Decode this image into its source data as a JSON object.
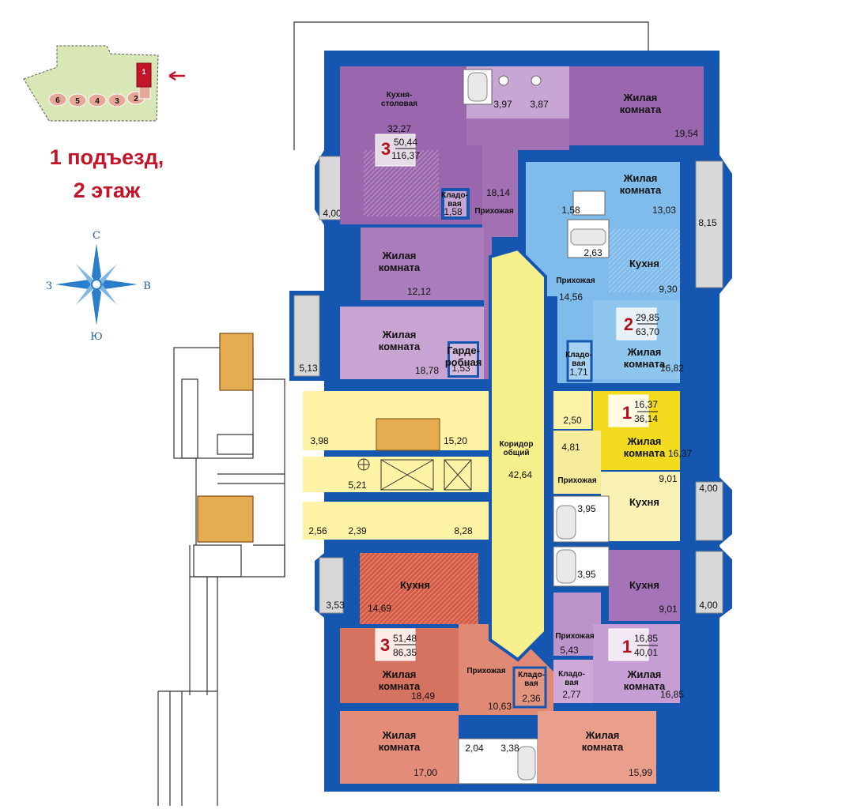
{
  "title": {
    "line1": "1 подъезд,",
    "line2": "2 этаж"
  },
  "compass": {
    "n": "С",
    "s": "Ю",
    "w": "З",
    "e": "В"
  },
  "keyplan": {
    "marker": "1",
    "sections": [
      "6",
      "5",
      "4",
      "3",
      "2"
    ]
  },
  "colors": {
    "wall": "#1556b0",
    "apt3_top": "#a271b4",
    "apt2": "#7fbcec",
    "apt1_yellow": "#f4e98a",
    "apt1_purple": "#b88ac4",
    "apt3_bottom": "#d67260",
    "common": "#fff3a6",
    "corridor": "#f6f08c",
    "balcony": "#d8d8d8"
  },
  "apartments": [
    {
      "id": "apt3-top",
      "rooms": "3",
      "living": "50,44",
      "total": "116,37",
      "spaces": [
        {
          "name": "Кухня-\nстоловая",
          "area": "32,27"
        },
        {
          "name": "Жилая\nкомната",
          "area": "19,54"
        },
        {
          "name": "",
          "area": "3,97"
        },
        {
          "name": "",
          "area": "3,87"
        },
        {
          "name": "Прихожая",
          "area": "18,14"
        },
        {
          "name": "Кладо-\nвая",
          "area": "1,58"
        },
        {
          "name": "Жилая\nкомната",
          "area": "12,12"
        },
        {
          "name": "Жилая\nкомната",
          "area": "18,78"
        },
        {
          "name": "Гарде-\nробная",
          "area": "1,53"
        }
      ]
    },
    {
      "id": "apt2",
      "rooms": "2",
      "living": "29,85",
      "total": "63,70",
      "spaces": [
        {
          "name": "Жилая\nкомната",
          "area": "13,03"
        },
        {
          "name": "",
          "area": "1,58"
        },
        {
          "name": "",
          "area": "2,63"
        },
        {
          "name": "Кухня",
          "area": "9,30"
        },
        {
          "name": "Прихожая",
          "area": "14,56"
        },
        {
          "name": "Кладо-\nвая",
          "area": "1,71"
        },
        {
          "name": "Жилая\nкомната",
          "area": "16,82"
        }
      ]
    },
    {
      "id": "apt1-yellow",
      "rooms": "1",
      "living": "16,37",
      "total": "36,14",
      "spaces": [
        {
          "name": "",
          "area": "2,50"
        },
        {
          "name": "Жилая\nкомната",
          "area": "16,37"
        },
        {
          "name": "",
          "area": "4,81"
        },
        {
          "name": "Прихожая",
          "area": ""
        },
        {
          "name": "Кухня",
          "area": "9,01"
        },
        {
          "name": "",
          "area": "3,95"
        }
      ]
    },
    {
      "id": "apt1-purple",
      "rooms": "1",
      "living": "16,85",
      "total": "40,01",
      "spaces": [
        {
          "name": "",
          "area": "3,95"
        },
        {
          "name": "Кухня",
          "area": "9,01"
        },
        {
          "name": "Прихожая",
          "area": "5,43"
        },
        {
          "name": "Кладо-\nвая",
          "area": "2,77"
        },
        {
          "name": "Жилая\nкомната",
          "area": "16,85"
        }
      ]
    },
    {
      "id": "apt3-bottom",
      "rooms": "3",
      "living": "51,48",
      "total": "86,35",
      "spaces": [
        {
          "name": "Кухня",
          "area": "14,69"
        },
        {
          "name": "Жилая\nкомната",
          "area": "18,49"
        },
        {
          "name": "Прихожая",
          "area": "10,63"
        },
        {
          "name": "Кладо-\nвая",
          "area": "2,36"
        },
        {
          "name": "Жилая\nкомната",
          "area": "17,00"
        },
        {
          "name": "",
          "area": "2,04"
        },
        {
          "name": "",
          "area": "3,38"
        },
        {
          "name": "Жилая\nкомната",
          "area": "15,99"
        }
      ]
    }
  ],
  "balconies": [
    "4,00",
    "5,13",
    "3,53",
    "8,15",
    "4,00",
    "4,00"
  ],
  "common": {
    "corridor": {
      "name": "Коридор\nобщий",
      "area": "42,64"
    },
    "areas": [
      "3,98",
      "15,20",
      "5,21",
      "2,56",
      "2,39",
      "8,28"
    ]
  }
}
